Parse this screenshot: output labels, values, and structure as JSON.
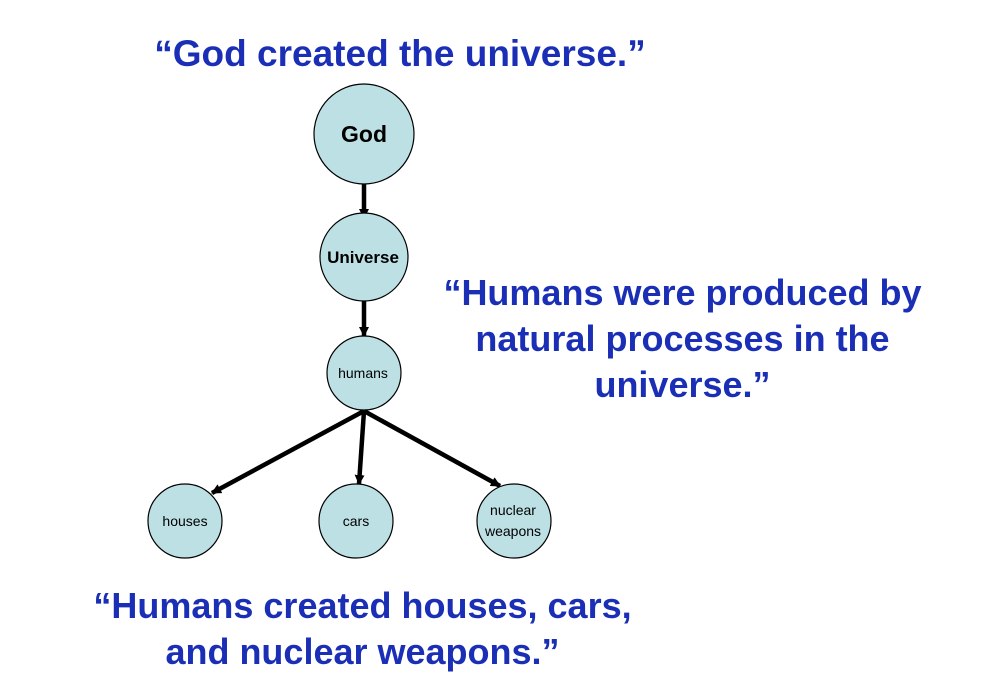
{
  "quotes": {
    "top": "“God created the universe.”",
    "right": "“Humans were produced by\nnatural processes in the\nuniverse.”",
    "bottom": "“Humans created houses, cars,\nand nuclear weapons.”"
  },
  "nodes": {
    "god": "God",
    "universe": "Universe",
    "humans": "humans",
    "houses": "houses",
    "cars": "cars",
    "nuclear_line1": "nuclear",
    "nuclear_line2": "weapons"
  },
  "colors": {
    "quote_text": "#1a2fb5",
    "node_fill": "#bde0e4",
    "edge": "#000000"
  }
}
